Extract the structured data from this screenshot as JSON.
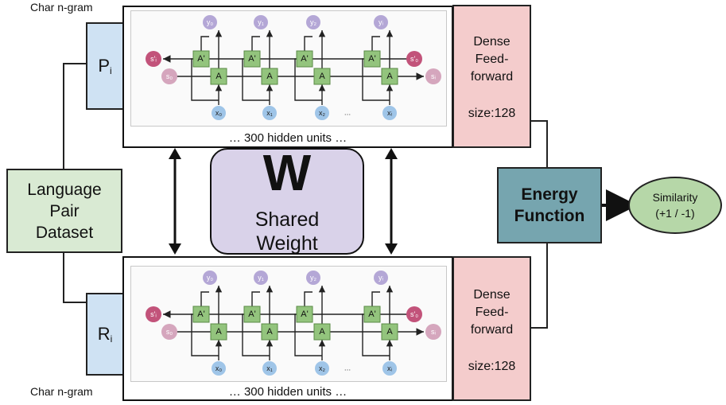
{
  "char_ngram_label": "Char n-gram",
  "top": {
    "input_label": "P",
    "input_sub": "i",
    "hidden_units": "… 300 hidden units …",
    "dense": {
      "line1": "Dense",
      "line2": "Feed-",
      "line3": "forward",
      "size": "size:128"
    }
  },
  "bottom": {
    "input_label": "R",
    "input_sub": "i",
    "hidden_units": "… 300 hidden units …",
    "dense": {
      "line1": "Dense",
      "line2": "Feed-",
      "line3": "forward",
      "size": "size:128"
    }
  },
  "rnn": {
    "outputs": [
      "y₀",
      "y₁",
      "y₂",
      "yᵢ"
    ],
    "inputs": [
      "x₀",
      "x₁",
      "x₂",
      "xᵢ"
    ],
    "cell_forward": "A",
    "cell_backward": "A'",
    "state_start_fwd": "s₀",
    "state_end_fwd": "sᵢ",
    "state_start_bwd": "s'ᵢ",
    "state_end_bwd": "s'₀",
    "ellipsis": "..."
  },
  "dataset": {
    "line1": "Language",
    "line2": "Pair",
    "line3": "Dataset"
  },
  "shared": {
    "symbol": "W",
    "line1": "Shared",
    "line2": "Weight"
  },
  "energy": {
    "line1": "Energy",
    "line2": "Function"
  },
  "similarity": {
    "line1": "Similarity",
    "line2": "(+1 / -1)"
  },
  "colors": {
    "dense": "#f4cccc",
    "input": "#cfe2f3",
    "dataset": "#d9ead3",
    "energy": "#76a5af",
    "similarity": "#b6d7a8",
    "shared": "#d9d2e9",
    "cell": "#93c47d",
    "y_node": "#b4a7d6",
    "x_node": "#9fc5e8",
    "s_node": "#d5a6bd",
    "s_prime_node": "#c2537a"
  }
}
